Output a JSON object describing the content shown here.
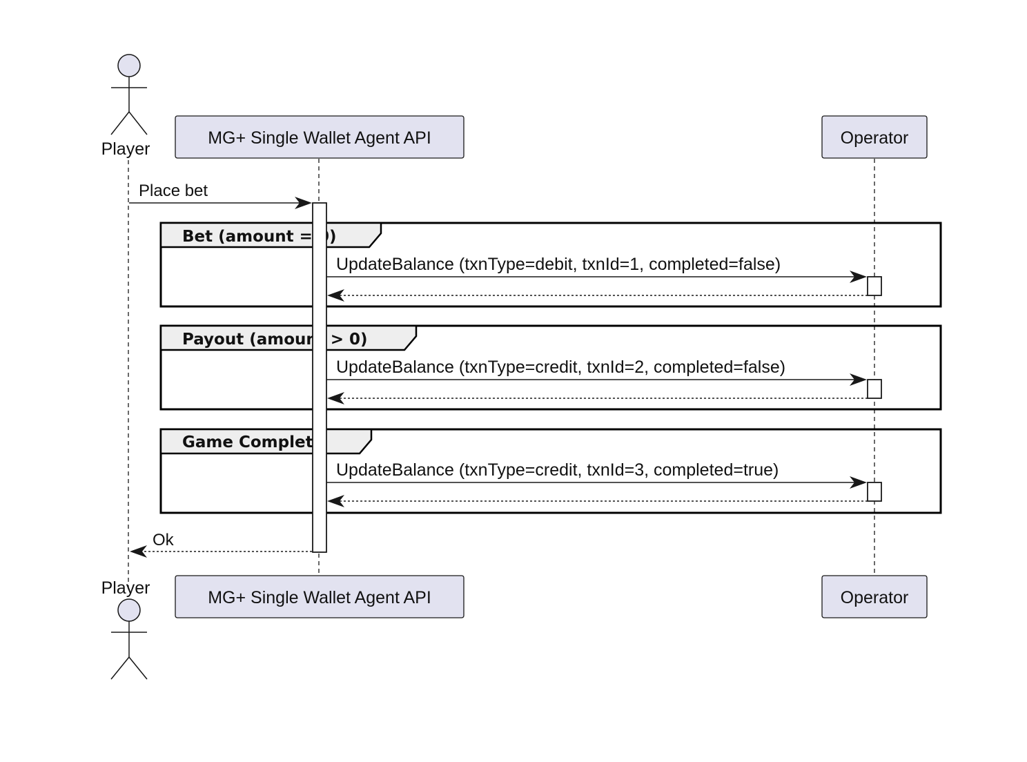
{
  "participants": {
    "player": {
      "name": "Player",
      "kind": "actor"
    },
    "api": {
      "name": "MG+ Single Wallet Agent API",
      "kind": "participant"
    },
    "operator": {
      "name": "Operator",
      "kind": "participant"
    }
  },
  "messages": {
    "place_bet": "Place bet",
    "ok": "Ok"
  },
  "frames": [
    {
      "title": "Bet (amount = 0)",
      "call": "UpdateBalance (txnType=debit, txnId=1, completed=false)"
    },
    {
      "title": "Payout (amount > 0)",
      "call": "UpdateBalance (txnType=credit, txnId=2, completed=false)"
    },
    {
      "title": "Game Complete",
      "call": "UpdateBalance (txnType=credit, txnId=3, completed=true)"
    }
  ],
  "colors": {
    "participant_fill": "#e2e2f0",
    "frame_tab_fill": "#eeeeee",
    "line": "#181818"
  }
}
